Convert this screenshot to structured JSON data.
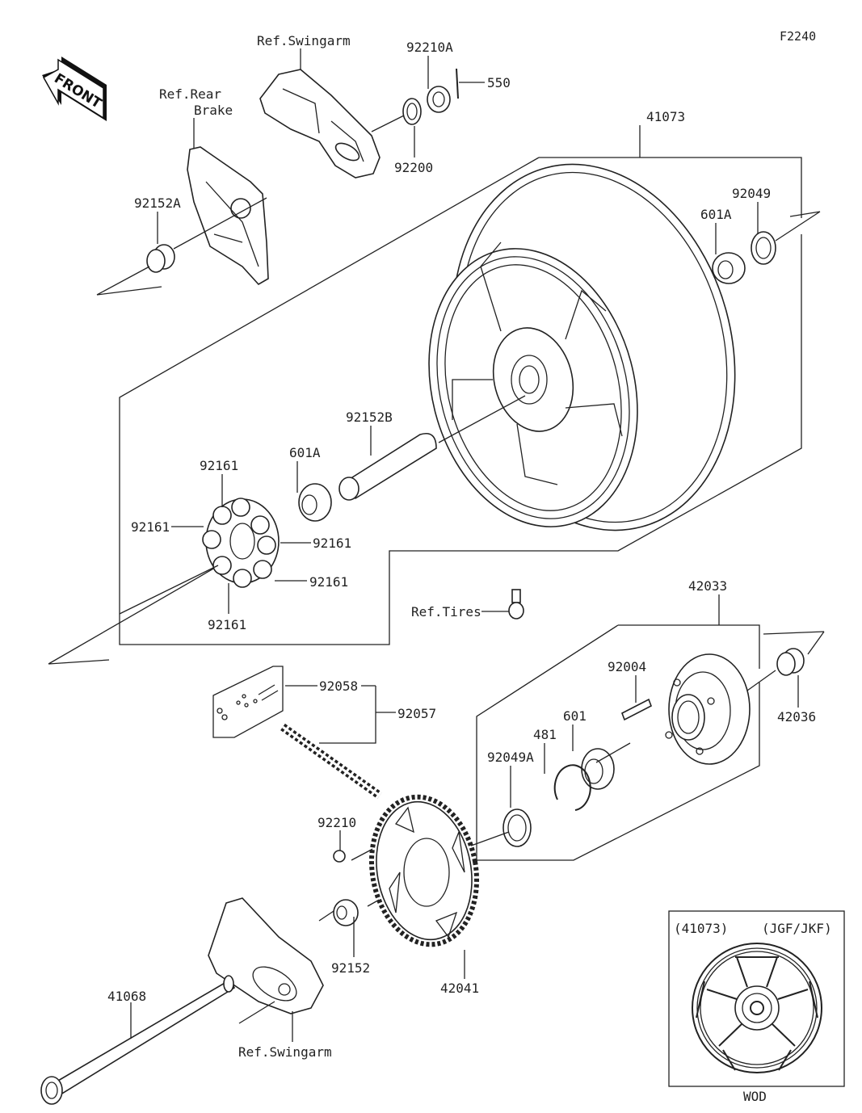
{
  "diagram": {
    "figure_code": "F2240",
    "front_label": "FRONT",
    "inset": {
      "part_ref": "(41073)",
      "variant": "(JGF/JKF)",
      "caption": "WOD"
    },
    "labels": {
      "ref_swingarm_top": "Ref.Swingarm",
      "ref_rear_brake_1": "Ref.Rear",
      "ref_rear_brake_2": "Brake",
      "p92210A": "92210A",
      "p550": "550",
      "p92200": "92200",
      "p41073": "41073",
      "p92152A": "92152A",
      "p601A_right": "601A",
      "p92049": "92049",
      "p92152B": "92152B",
      "p601A_left": "601A",
      "p92161_top": "92161",
      "p92161_left": "92161",
      "p92161_right1": "92161",
      "p92161_right2": "92161",
      "p92161_bottom": "92161",
      "ref_tires": "Ref.Tires",
      "p42033": "42033",
      "p92004": "92004",
      "p42036": "42036",
      "p92058": "92058",
      "p92057": "92057",
      "p601": "601",
      "p481": "481",
      "p92049A": "92049A",
      "p92210": "92210",
      "p92152": "92152",
      "p42041": "42041",
      "p41068": "41068",
      "ref_swingarm_bottom": "Ref.Swingarm"
    }
  }
}
